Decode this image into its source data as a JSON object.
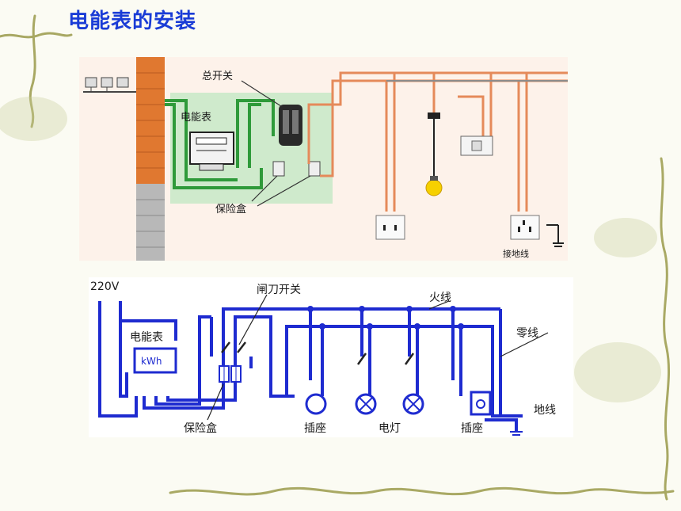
{
  "title": "电能表的安装",
  "top_diagram": {
    "labels": {
      "main_switch": "总开关",
      "meter": "电能表",
      "fuse_box": "保险盒",
      "ground": "接地线"
    }
  },
  "bottom_diagram": {
    "labels": {
      "voltage": "220V",
      "knife_switch": "闸刀开关",
      "live_wire": "火线",
      "neutral_wire": "零线",
      "meter": "电能表",
      "meter_unit": "kWh",
      "fuse_box": "保险盒",
      "socket_1": "插座",
      "lamp": "电灯",
      "socket_2": "插座",
      "ground_wire": "地线"
    }
  },
  "colors": {
    "title": "#1a3cd6",
    "wire_blue": "#1e2bd0",
    "wire_green": "#2f9a3a",
    "wire_orange": "#e58a5a",
    "wall_brick": "#e07830"
  }
}
